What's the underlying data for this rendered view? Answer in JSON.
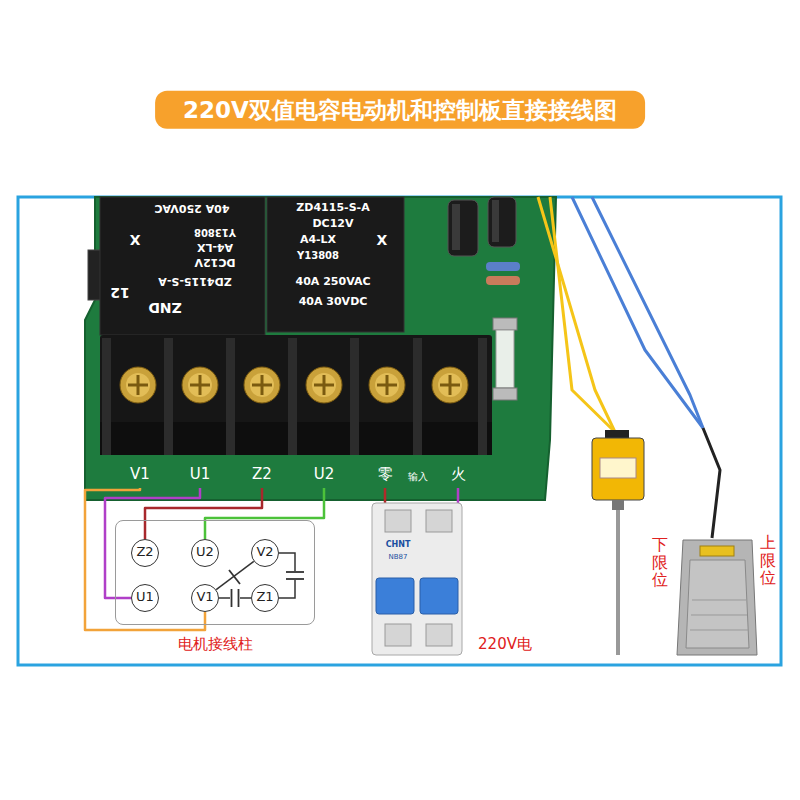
{
  "diagram": {
    "title": "220V双值电容电动机和控制板直接接线图",
    "nodes": [
      {
        "text": [
          "电机接线柱"
        ]
      },
      {
        "text": [
          "Z2"
        ],
        "in": 0
      },
      {
        "text": [
          "U2"
        ],
        "in": 0
      },
      {
        "text": [
          "V2"
        ],
        "in": 0
      },
      {
        "text": [
          "U1"
        ],
        "in": 0
      },
      {
        "text": [
          "V1"
        ],
        "in": 0
      },
      {
        "text": [
          "Z1"
        ],
        "in": 0
      }
    ],
    "edges": [
      {
        "from": 5,
        "to": 3,
        "arrow": "none"
      },
      {
        "from": 3,
        "to": 6,
        "arrow": "none"
      },
      {
        "from": 5,
        "to": 6,
        "arrow": "none"
      }
    ],
    "labels": [
      "ZD4115-S-A",
      "DC12V",
      "A4-LX",
      "Y13808",
      "X",
      "40A 250VAC",
      "40A 30VDC",
      "40A 250VAC",
      "Y13808",
      "A4-LX",
      "DC12V",
      "X",
      "ZD4115-S-A",
      "12",
      "ZND",
      "V1",
      "U1",
      "Z2",
      "U2",
      "零",
      "输入",
      "火",
      "CHNT",
      "NB87",
      "220V电",
      "下限位",
      "上限位"
    ]
  }
}
